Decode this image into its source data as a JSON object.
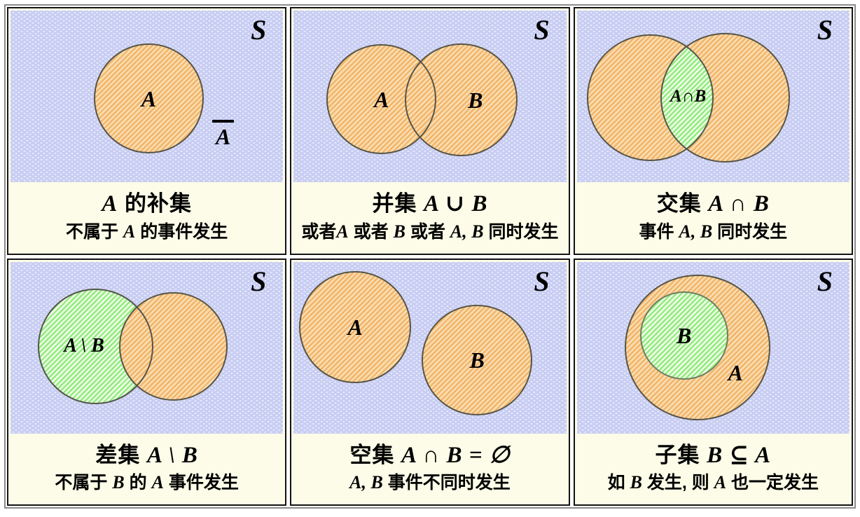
{
  "figure": {
    "type": "venn-diagram-set-operations",
    "language": "zh",
    "universe_label": "S"
  },
  "colors": {
    "page_background": "#ffffff",
    "frame_border": "#8c8c8c",
    "cell_border": "#141414",
    "caption_background": "#fcfce8",
    "universe_background": "#c8cdf2",
    "universe_dot": "#e7eafb",
    "orange_stripe_dark": "#f2b469",
    "orange_stripe_light": "#f9ddb0",
    "green_stripe_dark": "#92ea80",
    "green_stripe_light": "#edffe4",
    "circle_outline": "#55554a",
    "text": "#000000"
  },
  "cells": [
    {
      "name": "complement",
      "s_label": "S",
      "labels": {
        "a": "A",
        "a_bar": "A"
      },
      "title": [
        {
          "t": "A",
          "m": true
        },
        {
          "t": " 的补集",
          "m": false
        }
      ],
      "subtitle": [
        {
          "t": "不属于 ",
          "m": false
        },
        {
          "t": "A",
          "m": true
        },
        {
          "t": " 的事件发生",
          "m": false
        }
      ]
    },
    {
      "name": "union",
      "s_label": "S",
      "labels": {
        "a": "A",
        "b": "B"
      },
      "title": [
        {
          "t": "并集 ",
          "m": false
        },
        {
          "t": "A ∪ B",
          "m": true
        }
      ],
      "subtitle": [
        {
          "t": "或者",
          "m": false
        },
        {
          "t": "A",
          "m": true
        },
        {
          "t": " 或者 ",
          "m": false
        },
        {
          "t": "B",
          "m": true
        },
        {
          "t": " 或者 ",
          "m": false
        },
        {
          "t": "A, B",
          "m": true
        },
        {
          "t": " 同时发生",
          "m": false
        }
      ]
    },
    {
      "name": "intersection",
      "s_label": "S",
      "labels": {
        "lens": "A∩B"
      },
      "title": [
        {
          "t": "交集 ",
          "m": false
        },
        {
          "t": "A ∩ B",
          "m": true
        }
      ],
      "subtitle": [
        {
          "t": "事件 ",
          "m": false
        },
        {
          "t": "A, B",
          "m": true
        },
        {
          "t": " 同时发生",
          "m": false
        }
      ]
    },
    {
      "name": "difference",
      "s_label": "S",
      "labels": {
        "diff": "A \\ B"
      },
      "title": [
        {
          "t": "差集 ",
          "m": false
        },
        {
          "t": "A \\ B",
          "m": true
        }
      ],
      "subtitle": [
        {
          "t": "不属于 ",
          "m": false
        },
        {
          "t": "B",
          "m": true
        },
        {
          "t": " 的 ",
          "m": false
        },
        {
          "t": "A",
          "m": true
        },
        {
          "t": " 事件发生",
          "m": false
        }
      ]
    },
    {
      "name": "disjoint-empty-set",
      "s_label": "S",
      "labels": {
        "a": "A",
        "b": "B"
      },
      "title": [
        {
          "t": "空集 ",
          "m": false
        },
        {
          "t": "A ∩ B = ∅",
          "m": true
        }
      ],
      "subtitle": [
        {
          "t": "A, B",
          "m": true
        },
        {
          "t": " 事件不同时发生",
          "m": false
        }
      ]
    },
    {
      "name": "subset",
      "s_label": "S",
      "labels": {
        "a": "A",
        "b": "B"
      },
      "title": [
        {
          "t": "子集 ",
          "m": false
        },
        {
          "t": "B ⊆ A",
          "m": true
        }
      ],
      "subtitle": [
        {
          "t": "如 ",
          "m": false
        },
        {
          "t": "B",
          "m": true
        },
        {
          "t": " 发生, 则 ",
          "m": false
        },
        {
          "t": "A",
          "m": true
        },
        {
          "t": " 也一定发生",
          "m": false
        }
      ]
    }
  ]
}
